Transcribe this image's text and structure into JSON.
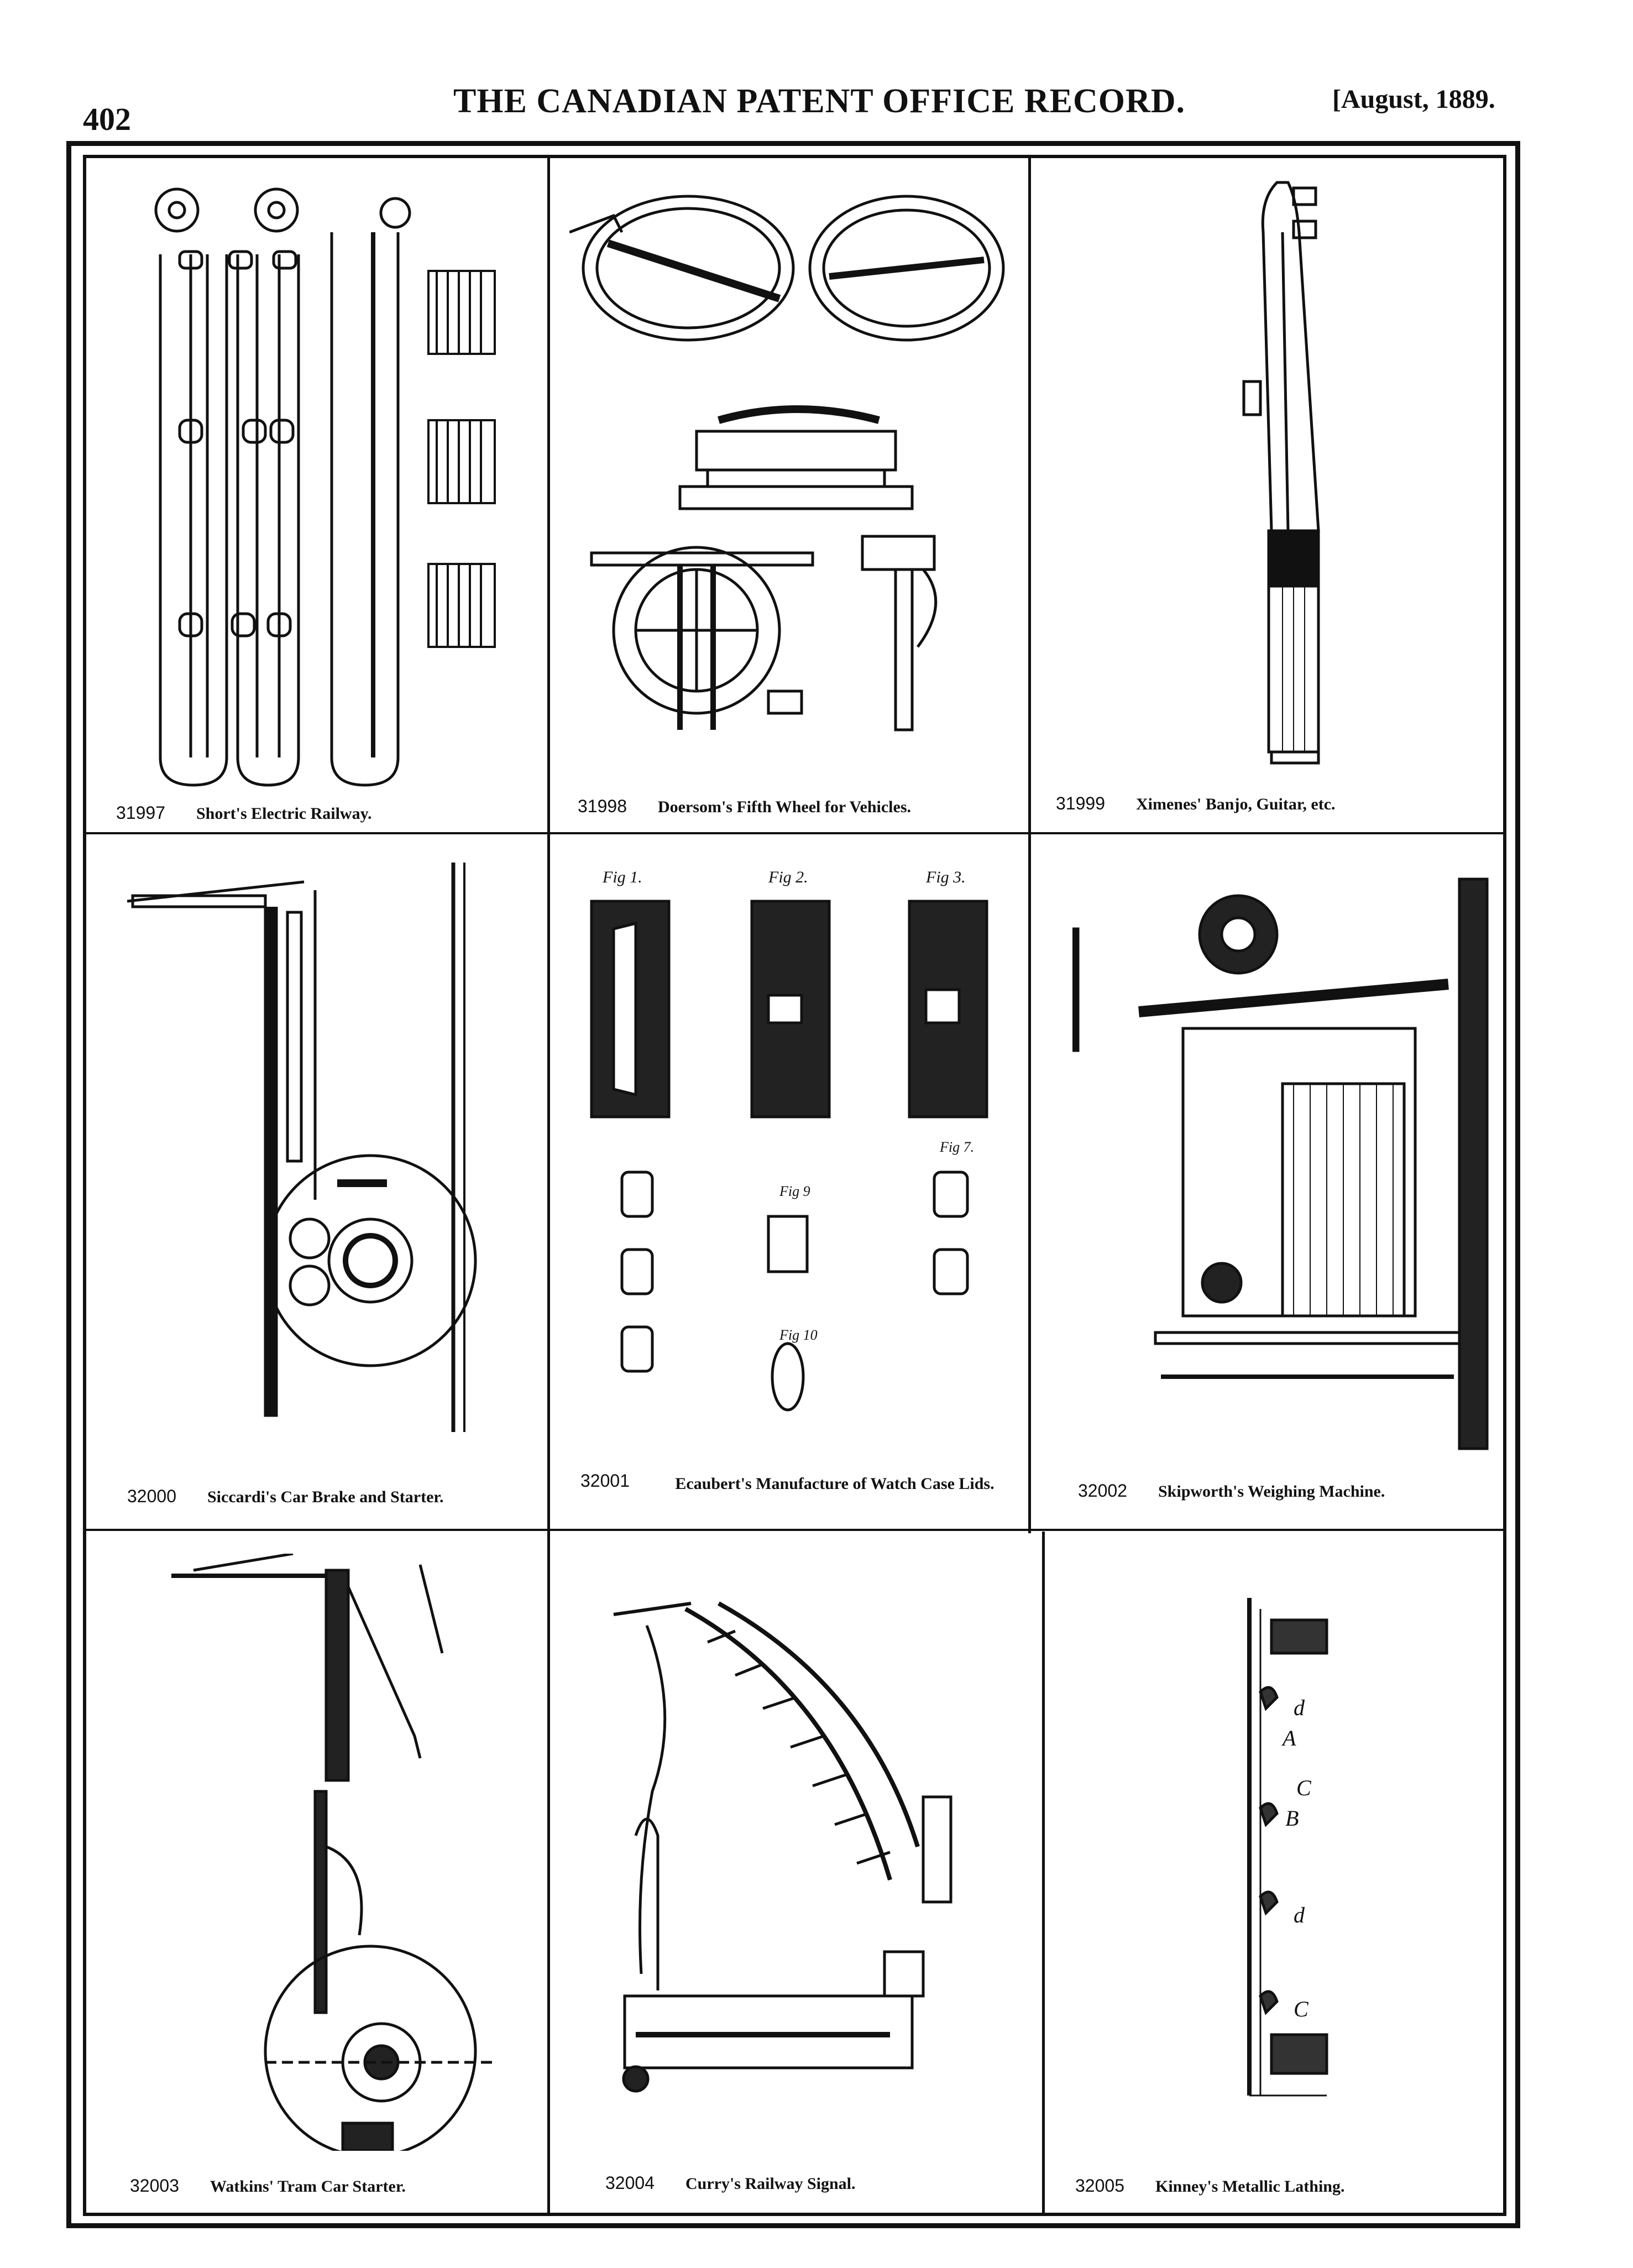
{
  "header": {
    "page_number": "402",
    "title": "THE CANADIAN PATENT OFFICE RECORD.",
    "date": "[August, 1889."
  },
  "panels": [
    {
      "number": "31997",
      "title": "Short's Electric Railway.",
      "drawing": "electric-railway-drawing"
    },
    {
      "number": "31998",
      "title": "Doersom's Fifth Wheel for Vehicles.",
      "drawing": "fifth-wheel-drawing"
    },
    {
      "number": "31999",
      "title": "Ximenes' Banjo, Guitar, etc.",
      "drawing": "banjo-drawing"
    },
    {
      "number": "32000",
      "title": "Siccardi's Car Brake and Starter.",
      "drawing": "car-brake-drawing"
    },
    {
      "number": "32001",
      "title": "Ecaubert's Manufacture of Watch Case Lids.",
      "drawing": "watch-case-lids-drawing"
    },
    {
      "number": "32002",
      "title": "Skipworth's Weighing Machine.",
      "drawing": "weighing-machine-drawing"
    },
    {
      "number": "32003",
      "title": "Watkins' Tram Car Starter.",
      "drawing": "tram-car-starter-drawing"
    },
    {
      "number": "32004",
      "title": "Curry's Railway Signal.",
      "drawing": "railway-signal-drawing"
    },
    {
      "number": "32005",
      "title": "Kinney's Metallic Lathing.",
      "drawing": "metallic-lathing-drawing"
    }
  ],
  "figure_labels": {
    "fig1": "Fig 1.",
    "fig2": "Fig 2.",
    "fig3": "Fig 3.",
    "fig7": "Fig 7.",
    "fig9": "Fig 9",
    "fig10": "Fig 10"
  },
  "lathing_labels": [
    "d",
    "A",
    "C",
    "B",
    "d",
    "C"
  ]
}
